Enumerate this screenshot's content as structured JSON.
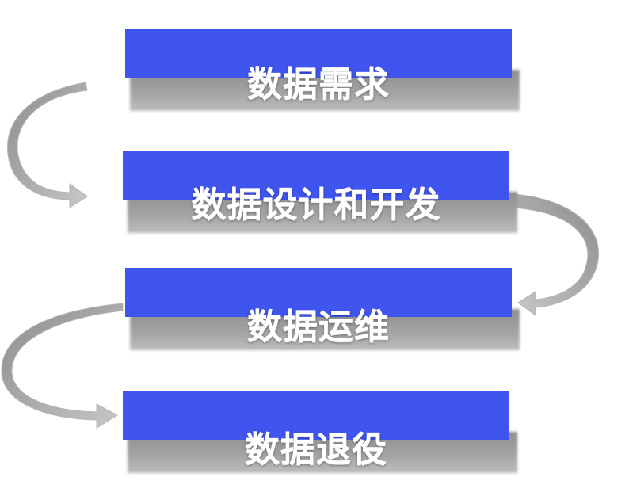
{
  "steps": [
    {
      "label": "数据需求"
    },
    {
      "label": "数据设计和开发"
    },
    {
      "label": "数据运维"
    },
    {
      "label": "数据退役"
    }
  ],
  "colors": {
    "bar": "#3f55ee",
    "shadow": "#9a9a9a",
    "arrow": "#a9a9a9",
    "text": "#ffffff"
  },
  "arrows": [
    {
      "from": 0,
      "to": 1,
      "side": "left"
    },
    {
      "from": 1,
      "to": 2,
      "side": "right"
    },
    {
      "from": 2,
      "to": 3,
      "side": "left"
    }
  ]
}
